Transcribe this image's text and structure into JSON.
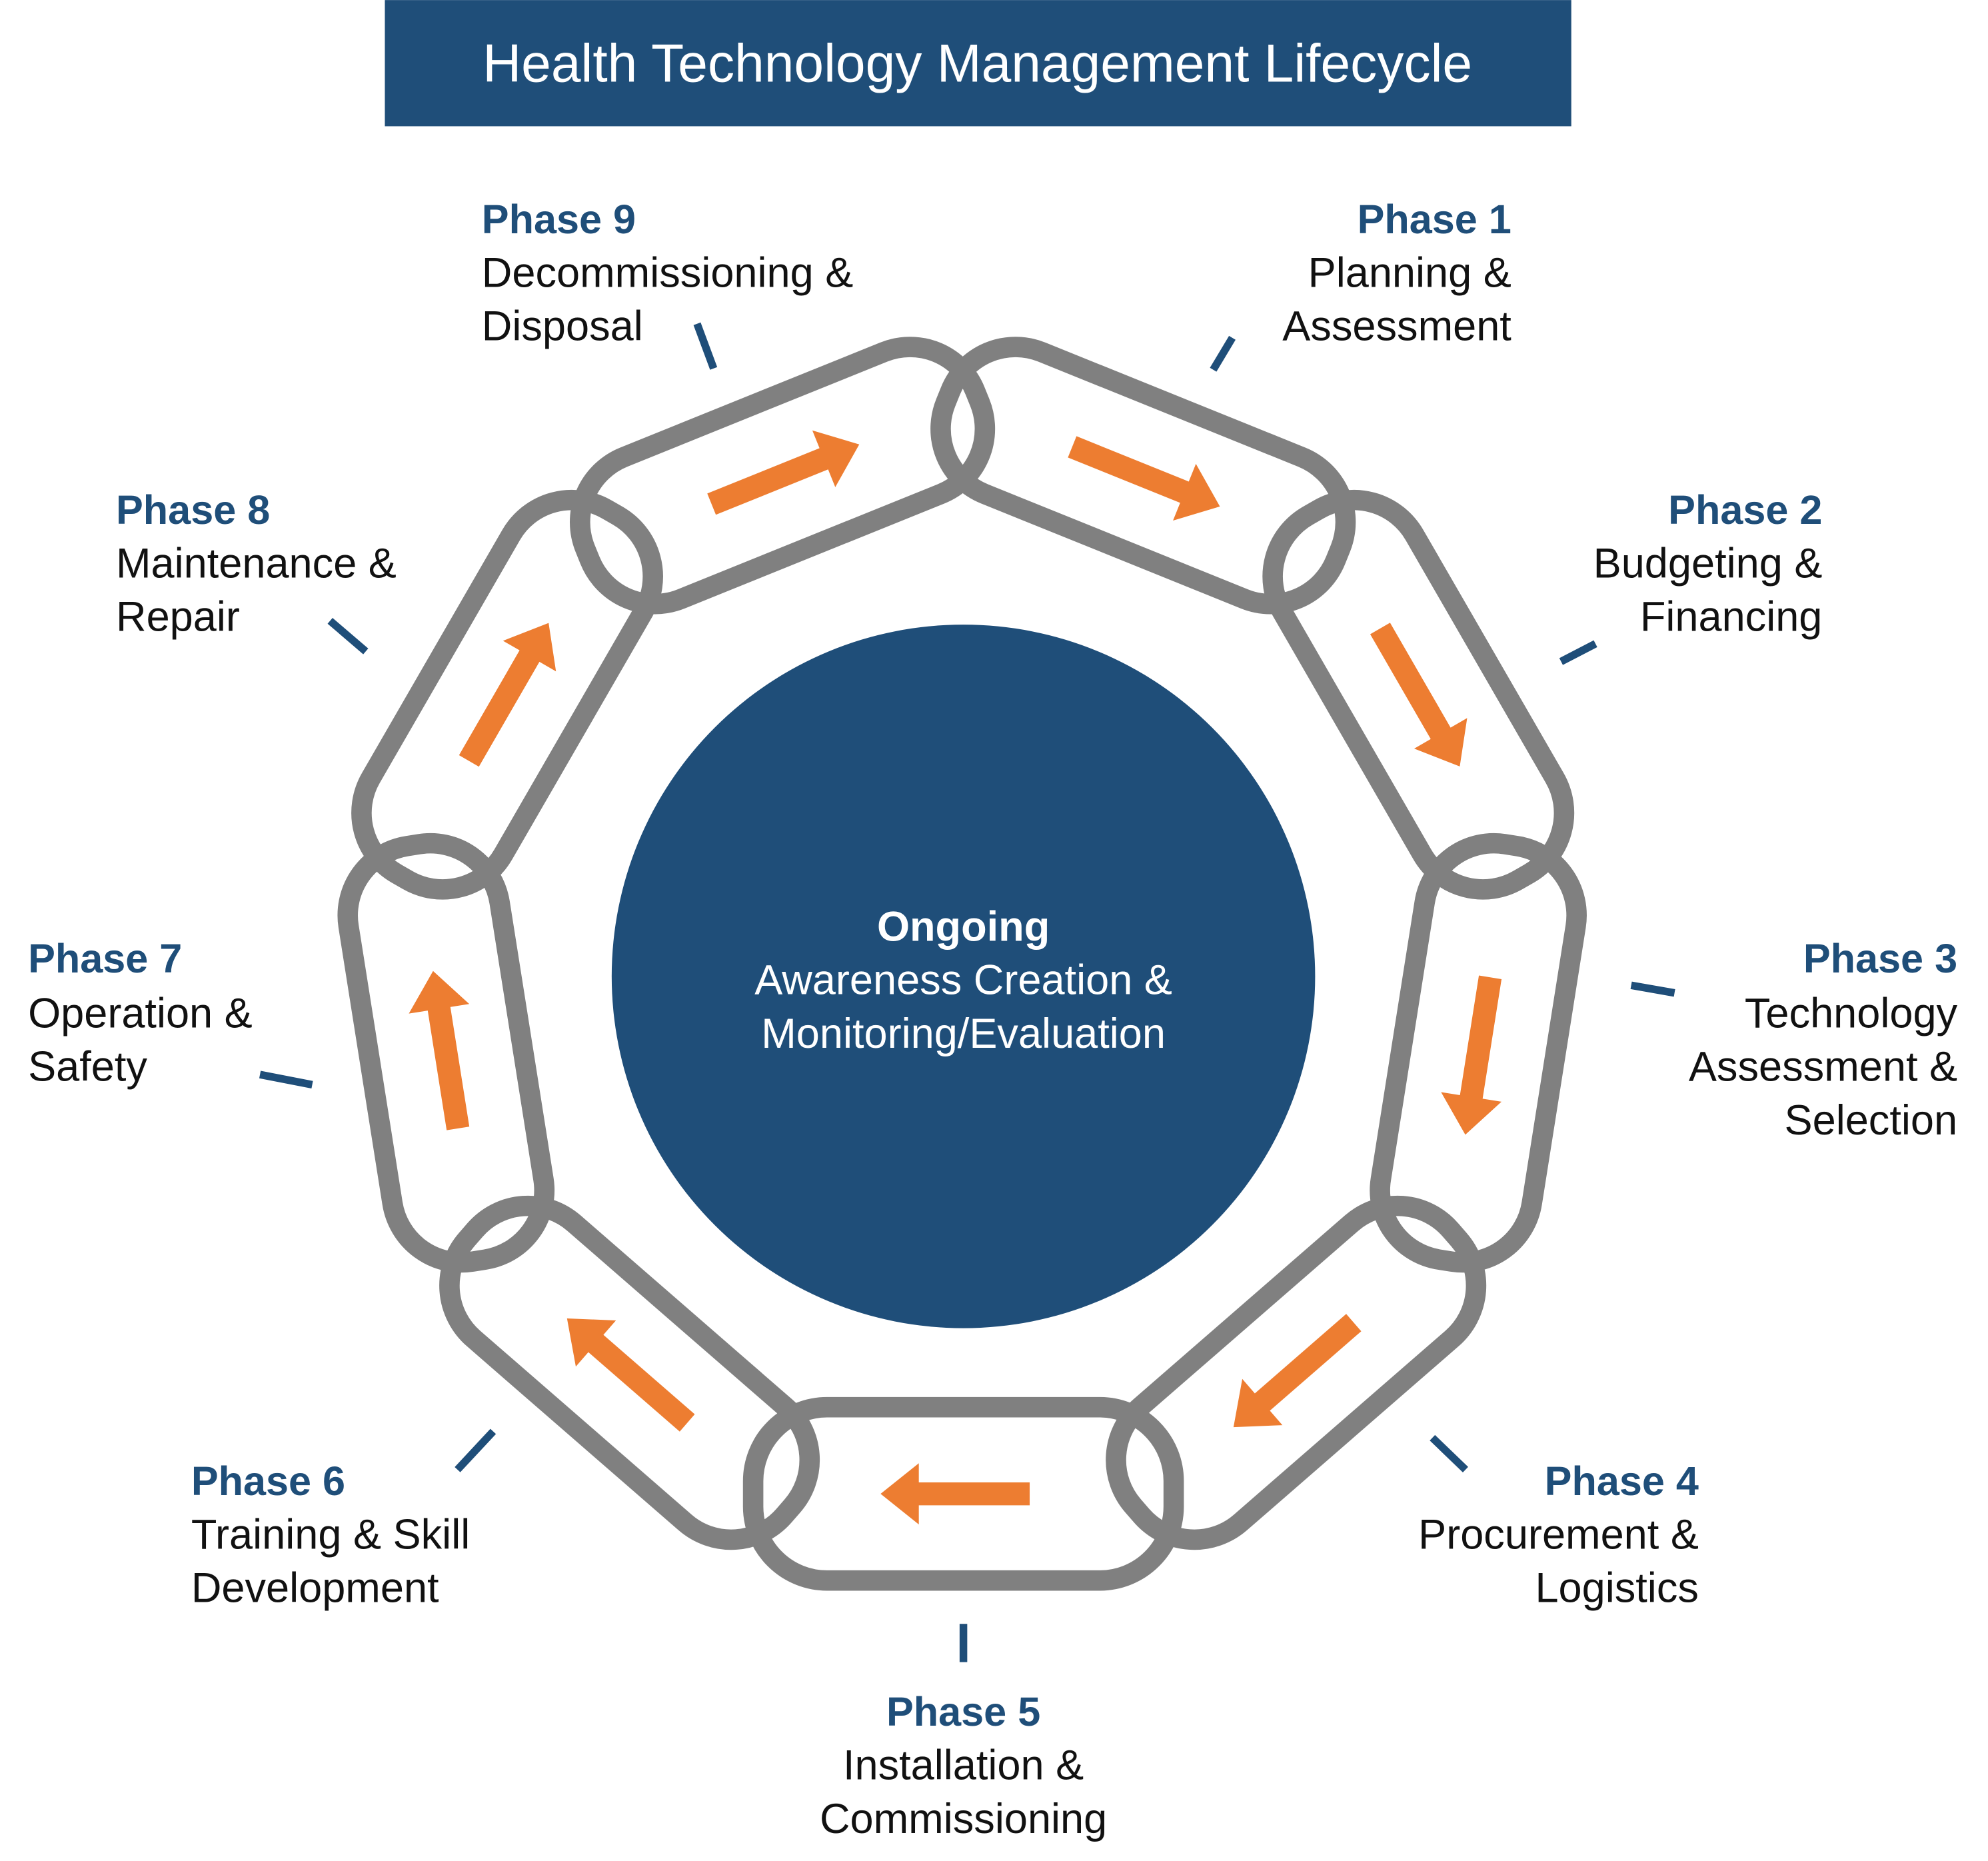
{
  "title": "Health Technology Management Lifecycle",
  "colors": {
    "title_bg": "#1f4e79",
    "center_circle": "#1f4e79",
    "phase_label": "#1f4e79",
    "chain_link": "#808080",
    "arrow": "#ed7d31",
    "tick": "#1f4e79"
  },
  "center": {
    "heading": "Ongoing",
    "line1": "Awareness Creation &",
    "line2": "Monitoring/Evaluation"
  },
  "phases": [
    {
      "label": "Phase 1",
      "line1": "Planning &",
      "line2": "Assessment",
      "line3": ""
    },
    {
      "label": "Phase 2",
      "line1": "Budgeting &",
      "line2": "Financing",
      "line3": ""
    },
    {
      "label": "Phase 3",
      "line1": "Technology",
      "line2": "Assessment &",
      "line3": "Selection"
    },
    {
      "label": "Phase 4",
      "line1": "Procurement &",
      "line2": "Logistics",
      "line3": ""
    },
    {
      "label": "Phase 5",
      "line1": "Installation &",
      "line2": "Commissioning",
      "line3": ""
    },
    {
      "label": "Phase 6",
      "line1": "Training & Skill",
      "line2": "Development",
      "line3": ""
    },
    {
      "label": "Phase 7",
      "line1": "Operation &",
      "line2": "Safety",
      "line3": ""
    },
    {
      "label": "Phase 8",
      "line1": "Maintenance &",
      "line2": "Repair",
      "line3": ""
    },
    {
      "label": "Phase 9",
      "line1": "Decommissioning &",
      "line2": "Disposal",
      "line3": ""
    }
  ],
  "icons": {
    "chain_link": "rounded-rectangle-link",
    "direction": "orange-arrow-clockwise"
  }
}
